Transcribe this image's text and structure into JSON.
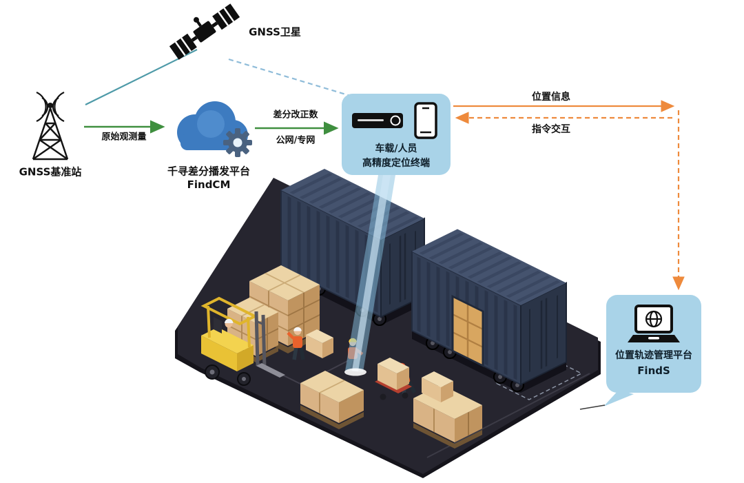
{
  "colors": {
    "bubble_bg": "#a9d3e8",
    "green_arrow": "#3f8f3f",
    "orange_arrow": "#ee8a3c",
    "teal_link": "#4e9aa8",
    "blue_dashed_link": "#8fbcd9",
    "cloud_blue": "#3d7bc0",
    "beam_blue": "#85bfe0"
  },
  "nodes": {
    "satellite": {
      "icon": "gnss-satellite-icon",
      "label": "GNSS卫星"
    },
    "base_station": {
      "icon": "base-station-tower-icon",
      "label": "GNSS基准站"
    },
    "cloud_platform": {
      "icon": "cloud-gear-icon",
      "title": "千寻差分播发平台",
      "subtitle": "FindCM"
    },
    "terminal": {
      "icon": "receiver-and-phone-icon",
      "title": "车载/人员",
      "subtitle": "高精度定位终端"
    },
    "management_platform": {
      "icon": "laptop-globe-icon",
      "title": "位置轨迹管理平台",
      "subtitle": "FindS"
    }
  },
  "links": {
    "raw_observation": {
      "label": "原始观测量",
      "style": "solid-green-arrow"
    },
    "correction": {
      "label_top": "差分改正数",
      "label_bottom": "公网/专网",
      "style": "solid-green-arrow"
    },
    "position_info": {
      "label": "位置信息",
      "style": "solid-orange-arrow"
    },
    "command_interaction": {
      "label": "指令交互",
      "style": "dashed-orange-arrow"
    },
    "satellite_to_station": {
      "style": "solid-teal-line"
    },
    "satellite_to_terminal": {
      "style": "dashed-blue-line"
    }
  }
}
